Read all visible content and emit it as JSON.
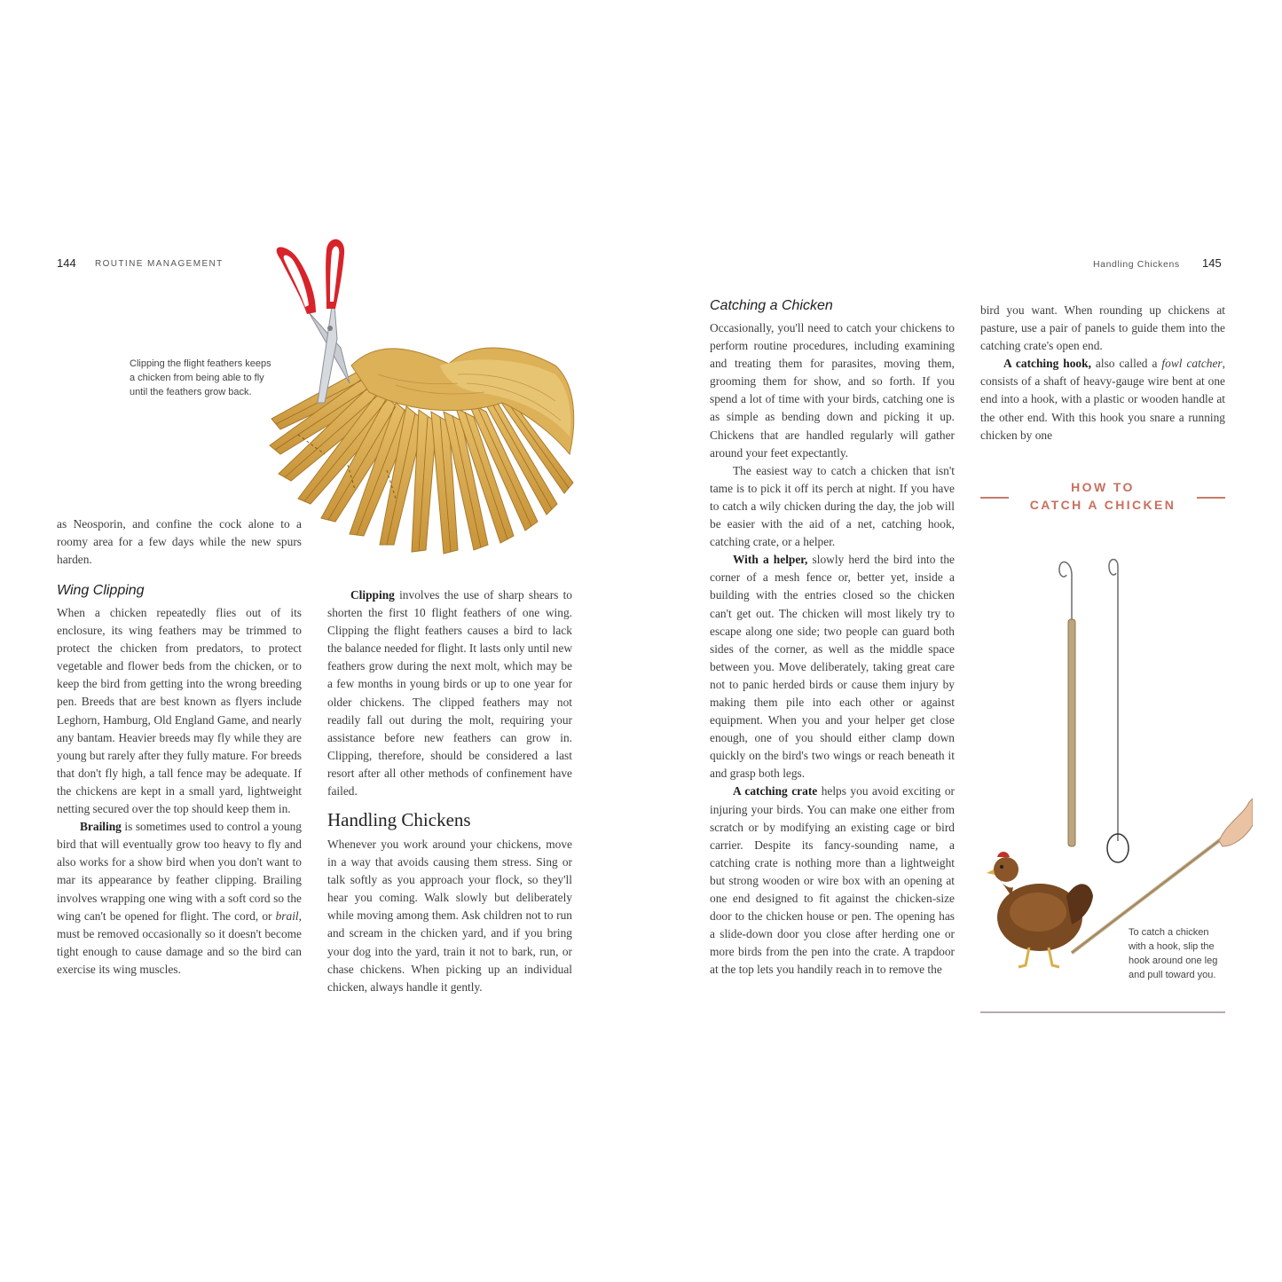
{
  "left_page": {
    "page_number": "144",
    "running_head": "ROUTINE MANAGEMENT",
    "wing_caption": "Clipping the flight feathers keeps a chicken from being able to fly until the feathers grow back.",
    "intro_text": "as Neosporin, and confine the cock alone to a roomy area for a few days while the new spurs harden.",
    "wing_clipping": {
      "heading": "Wing Clipping",
      "p1": "When a chicken repeatedly flies out of its enclosure, its wing feathers may be trimmed to protect the chicken from predators, to protect vegetable and flower beds from the chicken, or to keep the bird from getting into the wrong breeding pen. Breeds that are best known as flyers include Leghorn, Hamburg, Old England Game, and nearly any bantam. Heavier breeds may fly while they are young but rarely after they fully mature. For breeds that don't fly high, a tall fence may be adequate. If the chickens are kept in a small yard, lightweight netting secured over the top should keep them in.",
      "p2_term": "Brailing",
      "p2": " is sometimes used to control a young bird that will eventually grow too heavy to fly and also works for a show bird when you don't want to mar its appearance by feather clipping. Brailing involves wrapping one wing with a soft cord so the wing can't be opened for flight. The cord, or ",
      "p2_italic": "brail",
      "p2_end": ", must be removed occasionally so it doesn't become tight enough to cause damage and so the bird can exercise its wing muscles.",
      "p3_term": "Clipping",
      "p3": " involves the use of sharp shears to shorten the first 10 flight feathers of one wing. Clipping the flight feathers causes a bird to lack the balance needed for flight. It lasts only until new feathers grow during the next molt, which may be a few months in young birds or up to one year for older chickens. The clipped feathers may not readily fall out during the molt, requiring your assistance before new feathers can grow in. Clipping, therefore, should be considered a last resort after all other methods of confinement have failed."
    },
    "handling": {
      "heading": "Handling Chickens",
      "p1": "Whenever you work around your chickens, move in a way that avoids causing them stress. Sing or talk softly as you approach your flock, so they'll hear you coming. Walk slowly but deliberately while moving among them. Ask children not to run and scream in the chicken yard, and if you bring your dog into the yard, train it not to bark, run, or chase chickens. When picking up an individual chicken, always handle it gently."
    }
  },
  "right_page": {
    "page_number": "145",
    "running_head": "Handling Chickens",
    "catching": {
      "heading": "Catching a Chicken",
      "p1": "Occasionally, you'll need to catch your chickens to perform routine procedures, including examining and treating them for parasites, moving them, grooming them for show, and so forth. If you spend a lot of time with your birds, catching one is as simple as bending down and picking it up. Chickens that are handled regularly will gather around your feet expectantly.",
      "p2": "The easiest way to catch a chicken that isn't tame is to pick it off its perch at night. If you have to catch a wily chicken during the day, the job will be easier with the aid of a net, catching hook, catching crate, or a helper.",
      "p3_term": "With a helper,",
      "p3": " slowly herd the bird into the corner of a mesh fence or, better yet, inside a building with the entries closed so the chicken can't get out. The chicken will most likely try to escape along one side; two people can guard both sides of the corner, as well as the middle space between you. Move deliberately, taking great care not to panic herded birds or cause them injury by making them pile into each other or against equipment. When you and your helper get close enough, one of you should either clamp down quickly on the bird's two wings or reach beneath it and grasp both legs.",
      "p4_term": "A catching crate",
      "p4": " helps you avoid exciting or injuring your birds. You can make one either from scratch or by modifying an existing cage or bird carrier. Despite its fancy-sounding name, a catching crate is nothing more than a lightweight but strong wooden or wire box with an opening at one end designed to fit against the chicken-size door to the chicken house or pen. The opening has a slide-down door you close after herding one or more birds from the pen into the crate. A trapdoor at the top lets you handily reach in to remove the",
      "p5": "bird you want. When rounding up chickens at pasture, use a pair of panels to guide them into the catching crate's open end.",
      "p6_term": "A catching hook,",
      "p6": " also called a ",
      "p6_italic": "fowl catcher",
      "p6_end": ", consists of a shaft of heavy-gauge wire bent at one end into a hook, with a plastic or wooden handle at the other end. With this hook you snare a running chicken by one"
    },
    "box": {
      "title_line1": "HOW TO",
      "title_line2": "CATCH A CHICKEN",
      "caption": "To catch a chicken with a hook, slip the hook around one leg and pull toward you."
    },
    "colors": {
      "accent": "#c8705e",
      "rule_gray": "#b7aab0",
      "feather": "#d9a84a",
      "scissor_red": "#d8232a"
    }
  }
}
